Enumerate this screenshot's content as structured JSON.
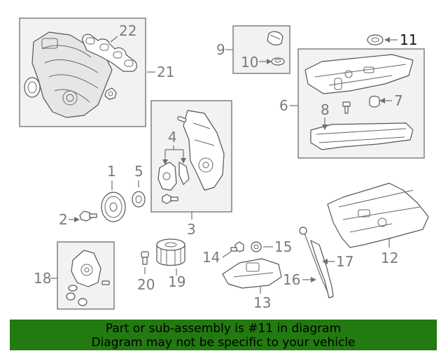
{
  "diagram": {
    "callouts": {
      "c1": "1",
      "c2": "2",
      "c3": "3",
      "c4": "4",
      "c5": "5",
      "c6": "6",
      "c7": "7",
      "c8": "8",
      "c9": "9",
      "c10": "10",
      "c11": "11",
      "c12": "12",
      "c13": "13",
      "c14": "14",
      "c15": "15",
      "c16": "16",
      "c17": "17",
      "c18": "18",
      "c19": "19",
      "c20": "20",
      "c21": "21",
      "c22": "22"
    },
    "highlighted_part": "11"
  },
  "footer": {
    "line1": "Part or sub-assembly is #11 in diagram",
    "line2": "Diagram may not be specific to your vehicle",
    "background": "#227a10"
  }
}
